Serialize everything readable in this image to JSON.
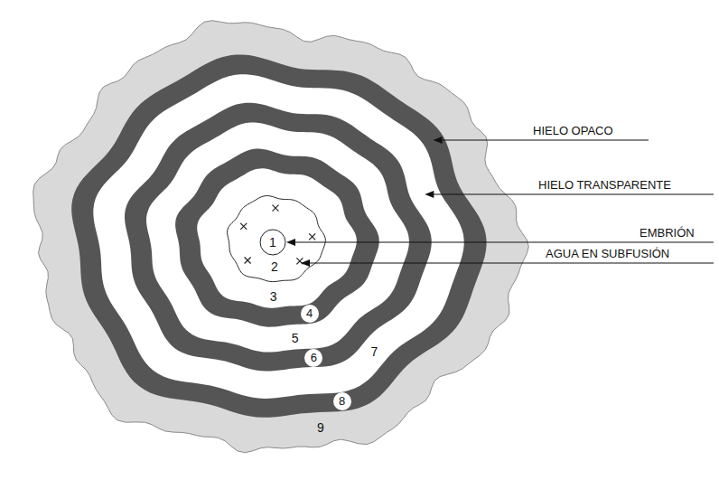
{
  "diagram": {
    "nodes": [
      {
        "text": [
          "4"
        ]
      },
      {
        "text": [
          "6"
        ]
      },
      {
        "text": [
          "8"
        ]
      }
    ],
    "labels": [
      "HIELO OPACO",
      "HIELO TRANSPARENTE",
      "EMBRIÓN",
      "AGUA EN SUBFUSIÓN",
      "1",
      "2",
      "3",
      "5",
      "7",
      "9"
    ]
  }
}
